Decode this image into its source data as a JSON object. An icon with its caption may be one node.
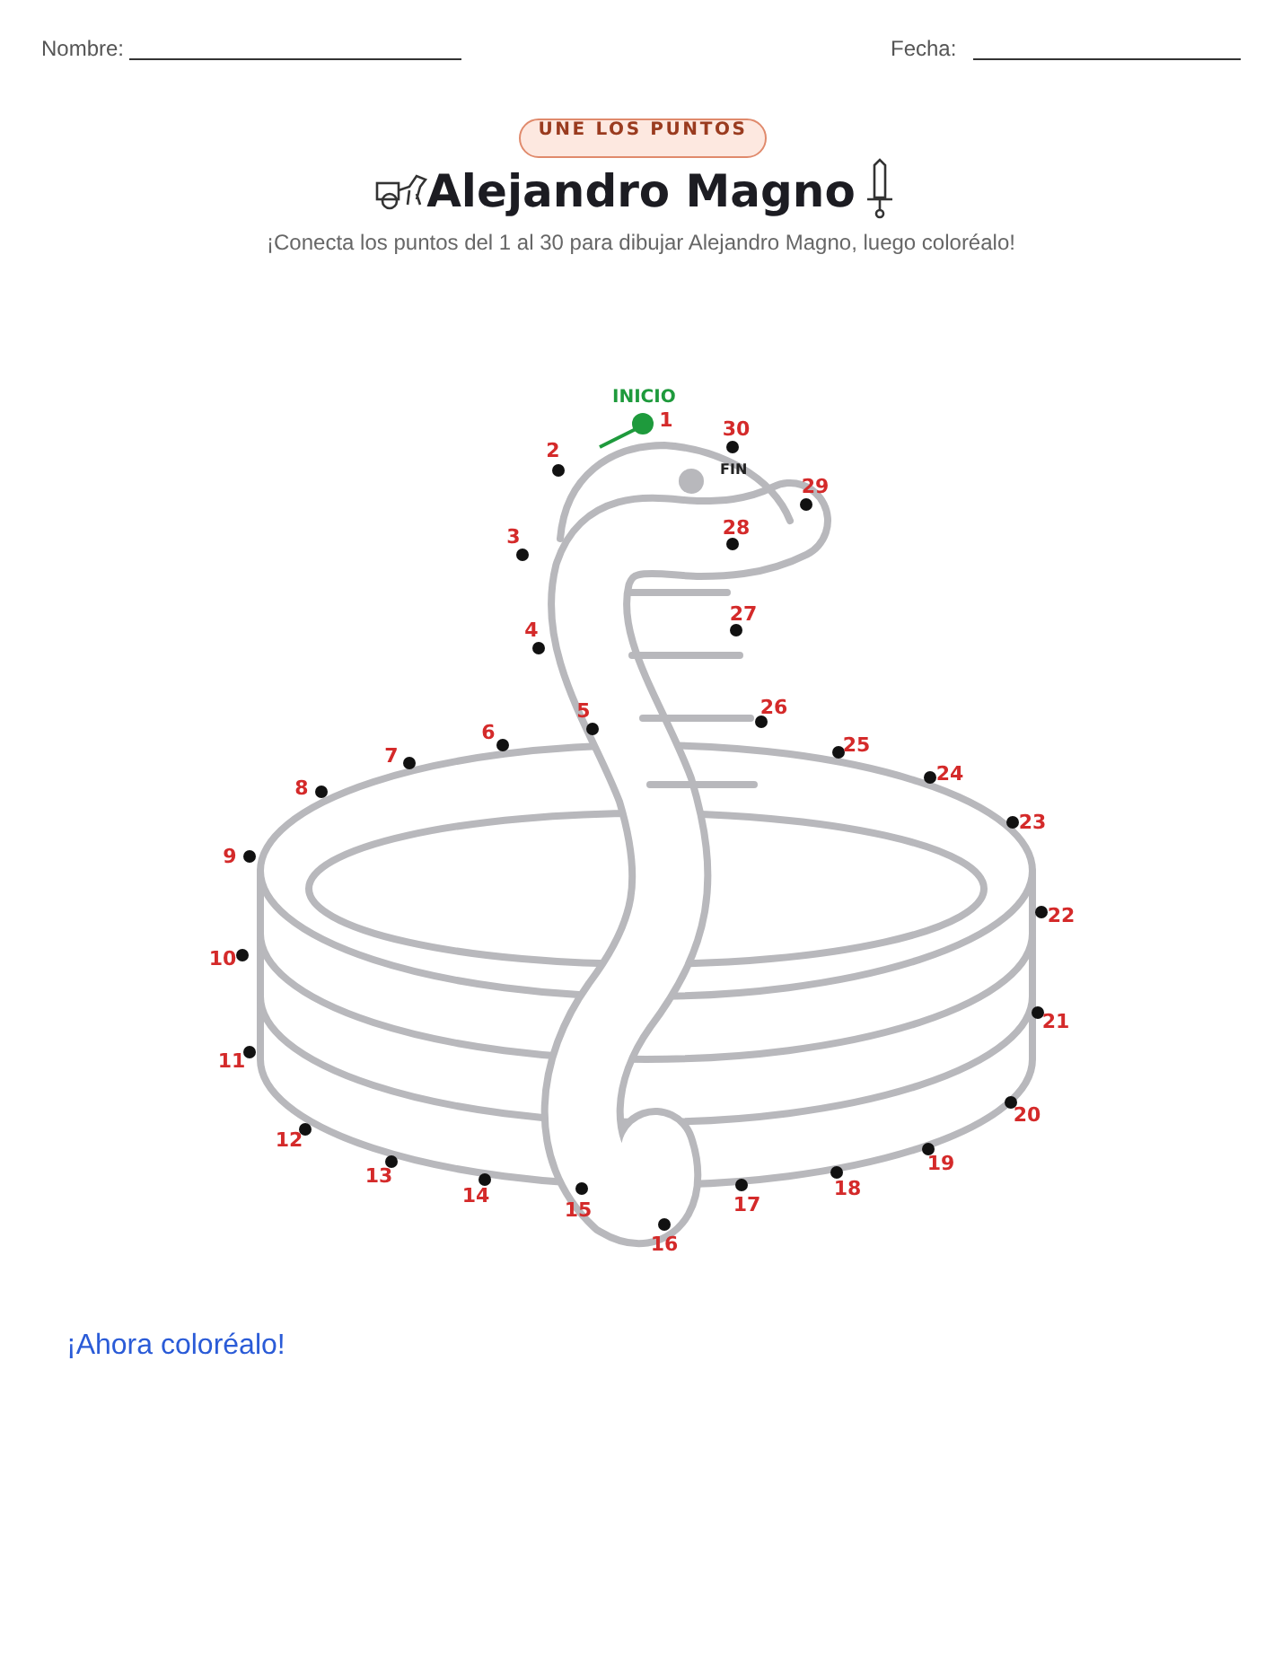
{
  "diagram": {
    "title": "Alejandro Magno",
    "labels": [
      "Nombre:",
      "Fecha:",
      "UNE LOS PUNTOS",
      "¡Conecta los puntos del 1 al 30 para dibujar Alejandro Magno, luego coloréalo!",
      "INICIO",
      "1",
      "2",
      "3",
      "4",
      "5",
      "6",
      "7",
      "8",
      "9",
      "10",
      "11",
      "12",
      "13",
      "14",
      "15",
      "16",
      "17",
      "18",
      "19",
      "20",
      "21",
      "22",
      "23",
      "24",
      "25",
      "26",
      "27",
      "28",
      "29",
      "30",
      "FIN",
      "¡Ahora coloréalo!"
    ]
  }
}
